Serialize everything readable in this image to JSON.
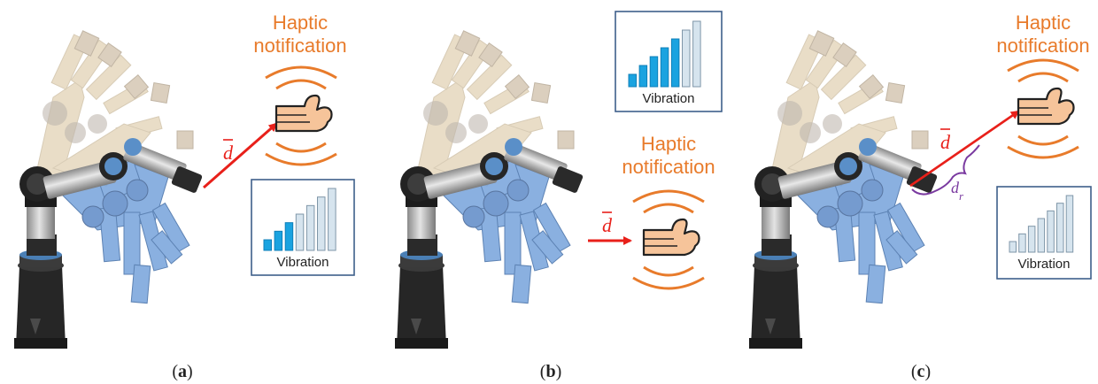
{
  "panels": [
    {
      "caption_open": "(",
      "caption_letter": "a",
      "caption_close": ")",
      "haptic_line1": "Haptic",
      "haptic_line2": "notification",
      "distance_label": "d",
      "vibration_label": "Vibration",
      "vibration_level": 3,
      "vibration_bars_total": 7
    },
    {
      "caption_open": "(",
      "caption_letter": "b",
      "caption_close": ")",
      "haptic_line1": "Haptic",
      "haptic_line2": "notification",
      "distance_label": "d",
      "vibration_label": "Vibration",
      "vibration_level": 5,
      "vibration_bars_total": 7
    },
    {
      "caption_open": "(",
      "caption_letter": "c",
      "caption_close": ")",
      "haptic_line1": "Haptic",
      "haptic_line2": "notification",
      "distance_label": "d",
      "relative_distance_label": "d",
      "relative_distance_subscript": "r",
      "vibration_label": "Vibration",
      "vibration_level": 0,
      "vibration_bars_total": 7
    }
  ],
  "colors": {
    "haptic_text": "#e87b2b",
    "arrow": "#e8201a",
    "bar_active": "#1aa3e0",
    "bar_inactive": "#d6e4ee",
    "hand_fill": "#f6c49a",
    "robot_blue": "#6a9ad8",
    "robot_beige": "#d8c29a",
    "relative_distance": "#7a3aa0"
  },
  "icons": [
    "robot-arm",
    "hand-icon",
    "vibration-waves-icon",
    "signal-bars-icon"
  ]
}
